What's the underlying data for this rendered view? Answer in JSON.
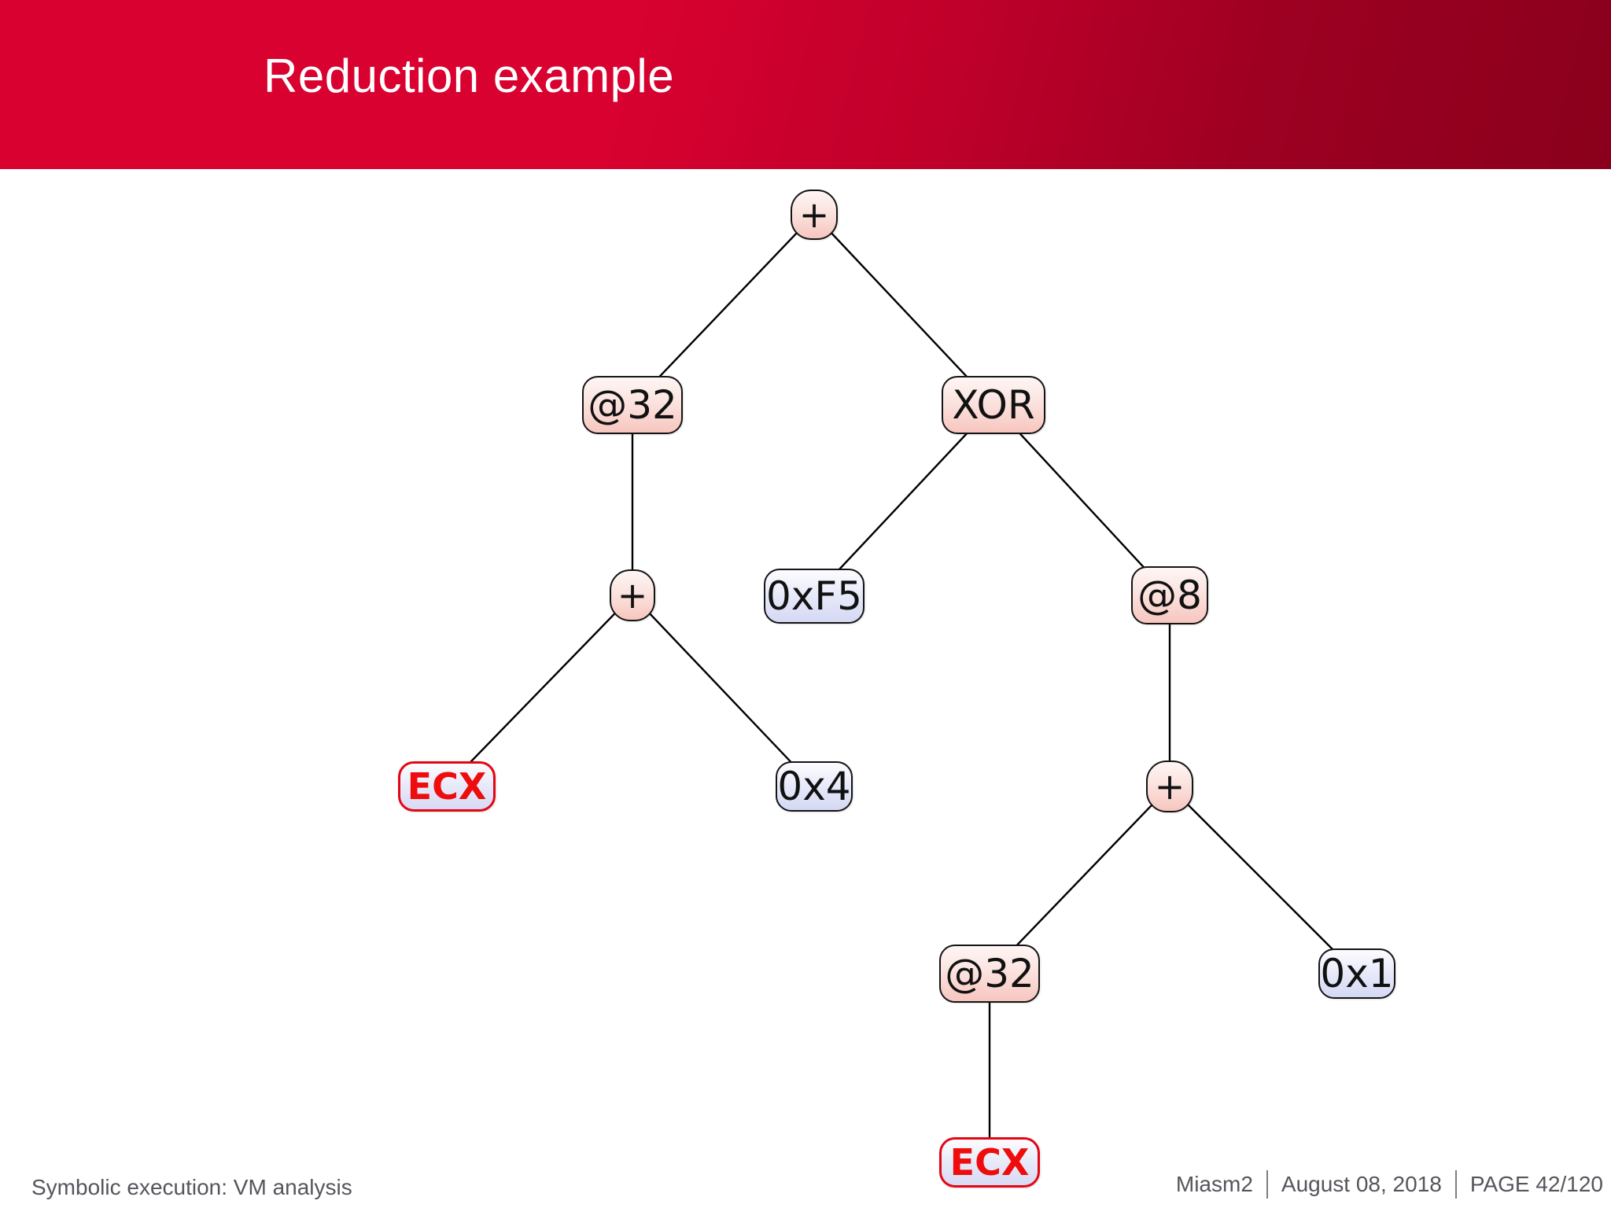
{
  "slide": {
    "title": "Reduction example",
    "footer": {
      "left": "Symbolic execution: VM analysis",
      "brand": "Miasm2",
      "date": "August 08, 2018",
      "page": "PAGE 42/120"
    },
    "colors": {
      "banner_red": "#d80130",
      "banner_red_dark": "#8a001c",
      "operator_fill_top": "#fef6f4",
      "operator_fill_bottom": "#f7c6bf",
      "constant_fill_top": "#fdfdff",
      "constant_fill_bottom": "#d4d8f3",
      "register_border": "#e40613",
      "register_text": "#ee0c0c",
      "node_border": "#141414",
      "edge": "#000000",
      "footer_text": "#55555c",
      "title_text": "#ffffff"
    }
  },
  "tree": {
    "nodes": [
      {
        "label": "+",
        "type": "operator"
      },
      {
        "label": "@32",
        "type": "memory-access"
      },
      {
        "label": "XOR",
        "type": "operator"
      },
      {
        "label": "+",
        "type": "operator"
      },
      {
        "label": "0xF5",
        "type": "constant"
      },
      {
        "label": "@8",
        "type": "memory-access"
      },
      {
        "label": "ECX",
        "type": "register"
      },
      {
        "label": "0x4",
        "type": "constant"
      },
      {
        "label": "+",
        "type": "operator"
      },
      {
        "label": "@32",
        "type": "memory-access"
      },
      {
        "label": "0x1",
        "type": "constant"
      },
      {
        "label": "ECX",
        "type": "register"
      }
    ],
    "edges": [
      [
        0,
        1
      ],
      [
        0,
        2
      ],
      [
        1,
        3
      ],
      [
        2,
        4
      ],
      [
        2,
        5
      ],
      [
        3,
        6
      ],
      [
        3,
        7
      ],
      [
        5,
        8
      ],
      [
        8,
        9
      ],
      [
        8,
        10
      ],
      [
        9,
        11
      ]
    ]
  }
}
